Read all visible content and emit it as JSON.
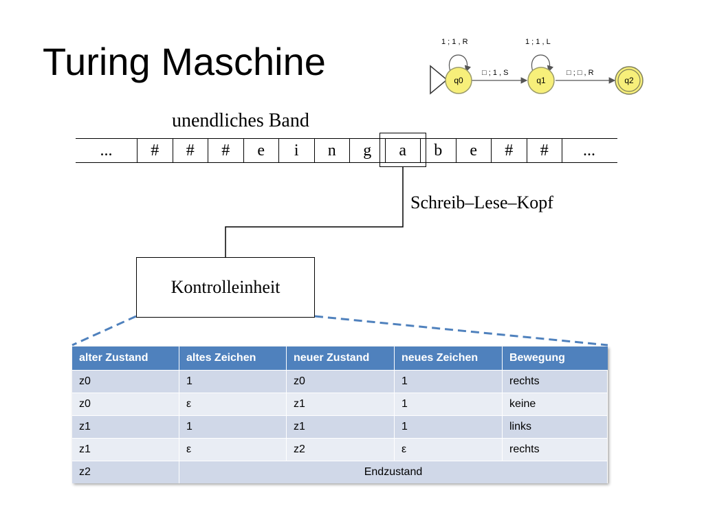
{
  "title": "Turing Maschine",
  "automaton": {
    "states": [
      "q0",
      "q1",
      "q2"
    ],
    "loop_q0": "1 ; 1 , R",
    "loop_q1": "1 ; 1 , L",
    "edge_q0_q1": "□ ; 1 , S",
    "edge_q1_q2": "□ ; □ , R",
    "state_fill": "#f7ef7a",
    "final_state": "q2"
  },
  "tape": {
    "label": "unendliches Band",
    "cells": [
      "...",
      "#",
      "#",
      "#",
      "e",
      "i",
      "n",
      "g",
      "a",
      "b",
      "e",
      "#",
      "#",
      "..."
    ],
    "head_index": 8
  },
  "head_label": "Schreib–Lese–Kopf",
  "control_label": "Kontrolleinheit",
  "table": {
    "headers": [
      "alter Zustand",
      "altes Zeichen",
      "neuer Zustand",
      "neues Zeichen",
      "Bewegung"
    ],
    "rows": [
      [
        "z0",
        "1",
        "z0",
        "1",
        "rechts"
      ],
      [
        "z0",
        "ε",
        "z1",
        "1",
        "keine"
      ],
      [
        "z1",
        "1",
        "z1",
        "1",
        "links"
      ],
      [
        "z1",
        "ε",
        "z2",
        "ε",
        "rechts"
      ]
    ],
    "final_row": {
      "state": "z2",
      "text": "Endzustand"
    },
    "header_color": "#4f81bd",
    "row_color_odd": "#d0d8e8",
    "row_color_even": "#e9edf4"
  }
}
